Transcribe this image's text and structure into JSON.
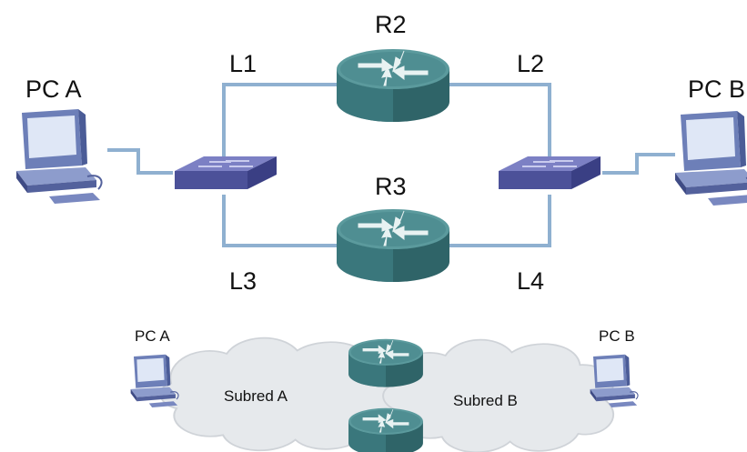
{
  "diagram": {
    "top": {
      "pc_a": "PC A",
      "pc_b": "PC B",
      "router_upper": "R2",
      "router_lower": "R3",
      "link_1": "L1",
      "link_2": "L2",
      "link_3": "L3",
      "link_4": "L4"
    },
    "bottom": {
      "pc_a": "PC A",
      "pc_b": "PC B",
      "subnet_a": "Subred A",
      "subnet_b": "Subred B"
    }
  },
  "colors": {
    "link": "#8fb0d0",
    "switch": "#5a5fa8",
    "router": "#3e7c80",
    "cloud": "#e4e7eb",
    "pc": "#7f8fc4"
  },
  "icons": [
    "computer-icon",
    "switch-icon",
    "router-icon",
    "cloud-icon"
  ]
}
